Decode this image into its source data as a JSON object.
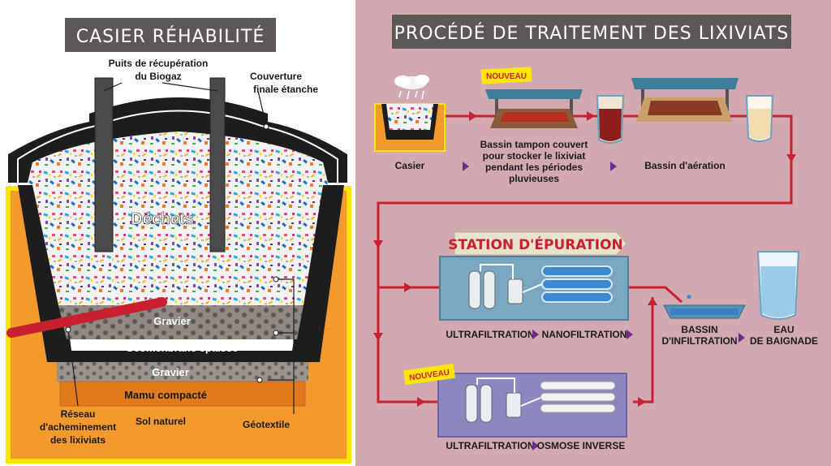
{
  "left_panel": {
    "title": "CASIER RÉHABILITÉ",
    "labels": {
      "puits_l1": "Puits de récupération",
      "puits_l2": "du Biogaz",
      "couverture_l1": "Couverture",
      "couverture_l2": "finale étanche",
      "dechets": "Déchets",
      "gravier_top": "Gravier",
      "geomembrane": "Géomenbrane épaisse",
      "gravier_bottom": "Gravier",
      "mamu": "Mamu compacté",
      "sol": "Sol naturel",
      "geotextile": "Géotextile",
      "reseau_l1": "Réseau",
      "reseau_l2": "d'acheminement",
      "reseau_l3": "des lixiviats"
    }
  },
  "right_panel": {
    "title": "PROCÉDÉ DE TRAITEMENT DES LIXIVIATS",
    "badge_new": "NOUVEAU",
    "labels": {
      "casier": "Casier",
      "bassin_tampon_l1": "Bassin tampon couvert",
      "bassin_tampon_l2": "pour stocker le lixiviat",
      "bassin_tampon_l3": "pendant les périodes",
      "bassin_tampon_l4": "pluvieuses",
      "bassin_aeration": "Bassin d'aération",
      "station": "STATION D'ÉPURATION",
      "ultrafiltration_1": "ULTRAFILTRATION",
      "nanofiltration": "NANOFILTRATION",
      "ultrafiltration_2": "ULTRAFILTRATION",
      "osmose": "OSMOSE INVERSE",
      "bassin_inf_l1": "BASSIN",
      "bassin_inf_l2": "D'INFILTRATION",
      "eau_l1": "EAU",
      "eau_l2": "DE BAIGNADE"
    }
  },
  "colors": {
    "left_bg": "#ffffff",
    "right_bg": "#d3a9b1",
    "banner": "#5e5757",
    "pipe_red": "#c8202e",
    "soil_orange": "#f39a2e",
    "yellow_outline": "#ffe600",
    "black_liner": "#1d1d1d",
    "gravel": "#8f8883",
    "arrow_purple": "#6b2c8c",
    "station_blue": "#7aa7c1",
    "station_purple": "#8c86c1"
  }
}
